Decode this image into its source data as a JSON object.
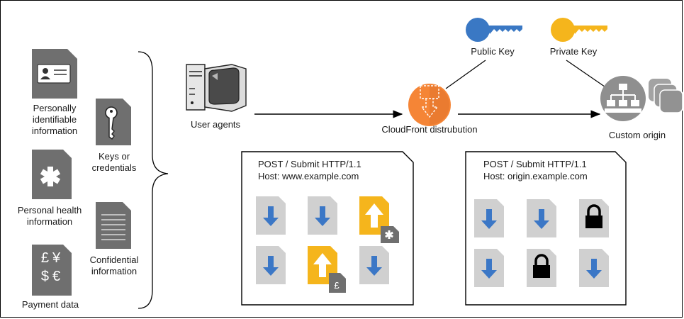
{
  "data_types": {
    "pii_label": [
      "Personally",
      "identifiable",
      "information"
    ],
    "health_label": [
      "Personal health",
      "information"
    ],
    "payment_label": "Payment data",
    "keys_label": [
      "Keys or",
      "credentials"
    ],
    "confidential_label": [
      "Confidential",
      "information"
    ],
    "payment_symbols": [
      "£",
      "¥",
      "$",
      "€"
    ]
  },
  "flow": {
    "user_agents_label": "User agents",
    "cloudfront_label": "CloudFront distrubution",
    "public_key_label": "Public Key",
    "private_key_label": "Private Key",
    "origin_label": "Custom origin"
  },
  "requests": {
    "client": {
      "line1": "POST / Submit HTTP/1.1",
      "line2": "Host: www.example.com"
    },
    "origin": {
      "line1": "POST / Submit HTTP/1.1",
      "line2": "Host: origin.example.com"
    }
  },
  "colors": {
    "public_key": "#3a78c4",
    "private_key": "#f5b51c",
    "cloudfront": "#f58536",
    "doc_gray": "#6f6f6f",
    "tile_gray": "#d0d0d0",
    "arrow_blue": "#3b77c6",
    "upload_yellow": "#f5b51c",
    "origin_gray": "#8f8f8f"
  },
  "icons": {
    "pii": "id-card-icon",
    "health": "medical-asterisk-icon",
    "payment": "currency-icon",
    "keys": "key-icon",
    "confidential": "text-document-icon",
    "user_agents": "desktop-computer-icon",
    "cloudfront": "cloudfront-icon",
    "origin": "server-hierarchy-icon"
  }
}
